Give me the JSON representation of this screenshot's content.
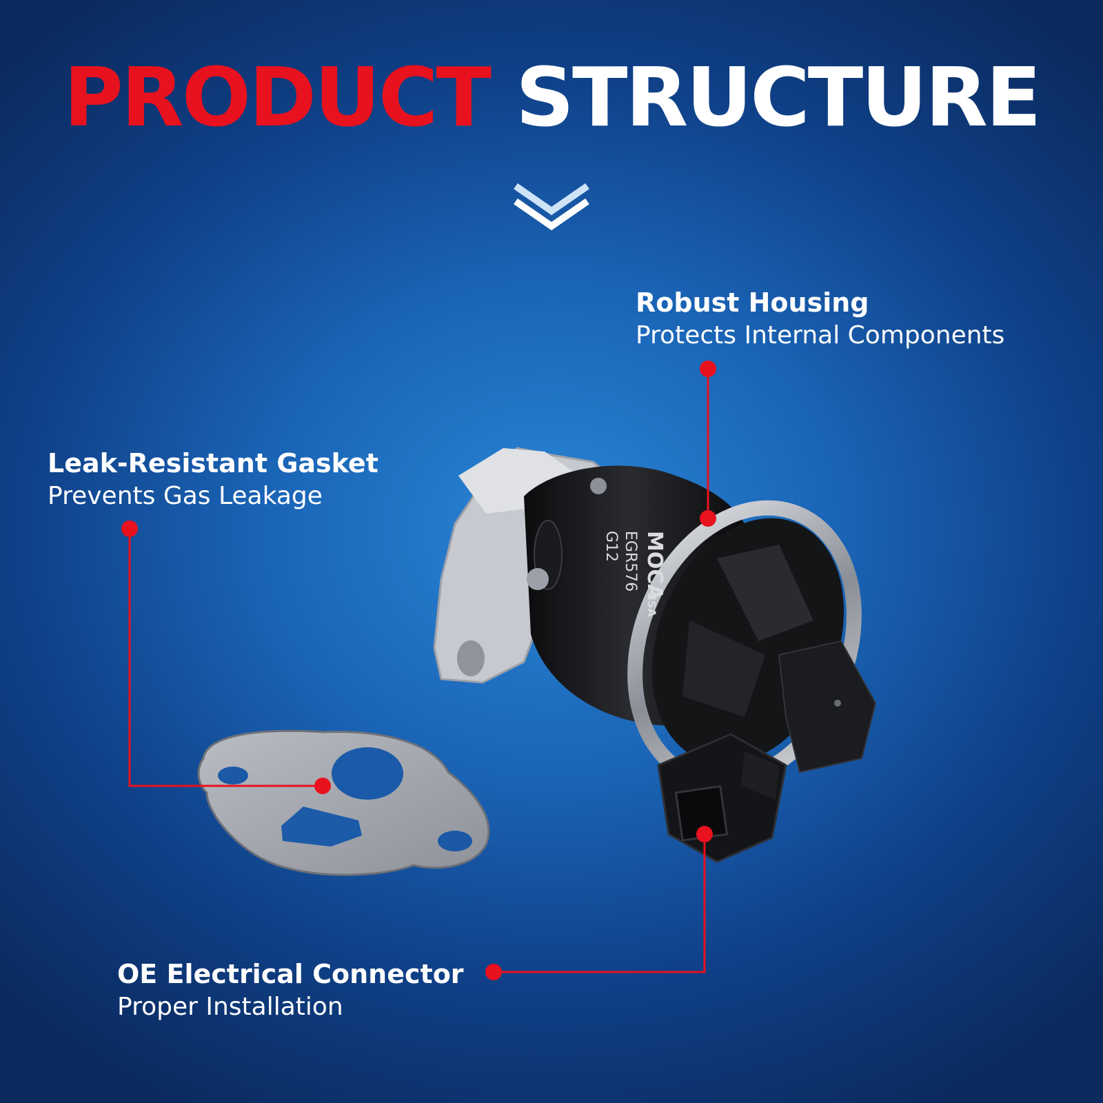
{
  "title": {
    "part1": "PRODUCT",
    "part2": "STRUCTURE"
  },
  "colors": {
    "accent": "#e8111e",
    "background": "#1a63b5",
    "text": "#ffffff"
  },
  "icons": {
    "scroll": "double-chevron-down-icon"
  },
  "callouts": [
    {
      "id": "housing",
      "heading": "Robust Housing",
      "sub": "Protects Internal Components"
    },
    {
      "id": "gasket",
      "heading": "Leak-Resistant Gasket",
      "sub": "Prevents Gas Leakage"
    },
    {
      "id": "connector",
      "heading": "OE Electrical Connector",
      "sub": "Proper Installation"
    }
  ],
  "product_marking": {
    "brand": "MOCA",
    "region": "USA",
    "part": "EGR576",
    "code": "G12"
  }
}
